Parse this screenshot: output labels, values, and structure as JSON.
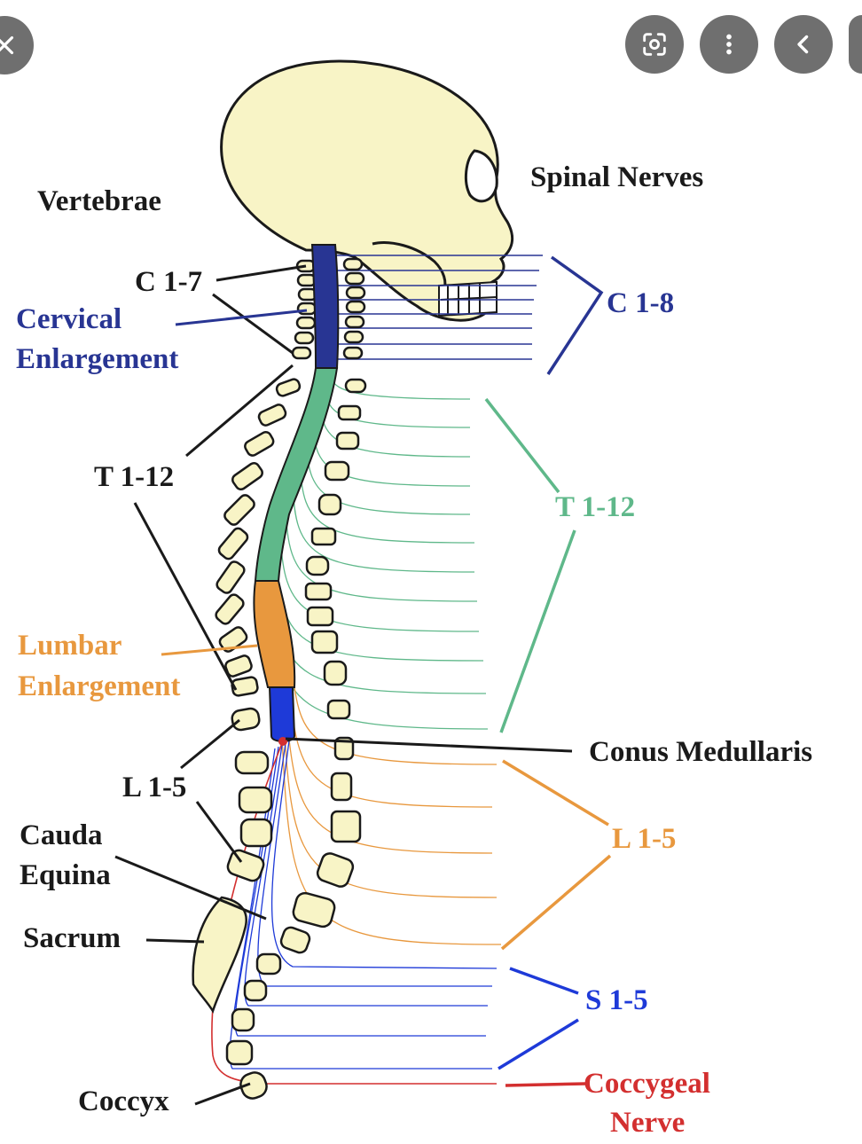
{
  "colors": {
    "cervical": "#283593",
    "thoracic": "#5fb88a",
    "lumbar": "#e8983e",
    "sacral": "#1e3ad8",
    "coccygeal": "#d32f2f",
    "bone": "#f8f4c6",
    "outline": "#1a1a1a",
    "control_bg": "#6f6f6f"
  },
  "labels": {
    "vertebrae": "Vertebrae",
    "spinal_nerves": "Spinal Nerves",
    "c17": "C 1-7",
    "cervical_line1": "Cervical",
    "cervical_line2": "Enlargement",
    "t112_left": "T 1-12",
    "lumbar_line1": "Lumbar",
    "lumbar_line2": "Enlargement",
    "l15_left": "L 1-5",
    "cauda_line1": "Cauda",
    "cauda_line2": "Equina",
    "sacrum": "Sacrum",
    "coccyx": "Coccyx",
    "c18": "C 1-8",
    "t112_right": "T 1-12",
    "conus": "Conus Medullaris",
    "l15_right": "L 1-5",
    "s15": "S 1-5",
    "coccygeal_line1": "Coccygeal",
    "coccygeal_line2": "Nerve"
  },
  "controls": {
    "close": "close-icon",
    "lens": "lens-icon",
    "more": "more-vert-icon",
    "back": "chevron-left-icon"
  }
}
